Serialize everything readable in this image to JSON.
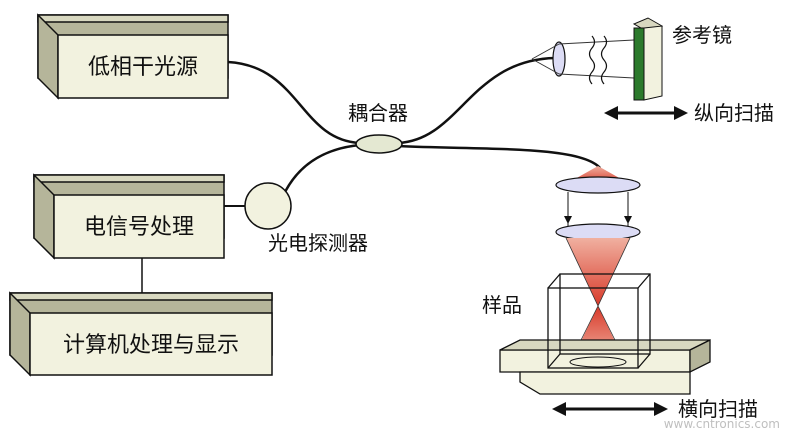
{
  "labels": {
    "source": "低相干光源",
    "coupler": "耦合器",
    "reference_mirror": "参考镜",
    "axial_scan": "纵向扫描",
    "photodetector": "光电探测器",
    "signal_processing": "电信号处理",
    "computer": "计算机处理与显示",
    "sample": "样品",
    "lateral_scan": "横向扫描"
  },
  "watermark": "www.cntronics.com",
  "colors": {
    "box_front": "#f2f2df",
    "box_top": "#d8d8c0",
    "box_side": "#b5b59a",
    "lens": "#dcdcf5",
    "beam": "#d83a2a",
    "mirror_green": "#2c7a2c",
    "coupler": "#e4e8d2",
    "fiber": "#111111"
  }
}
